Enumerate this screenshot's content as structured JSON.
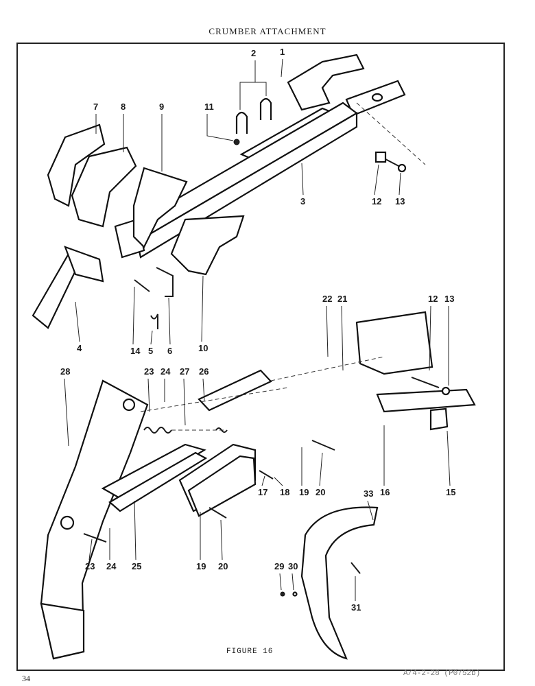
{
  "page_title": "CRUMBER ATTACHMENT",
  "figure_caption": "FIGURE 16",
  "page_number": "34",
  "doc_code": "A/4-2-28 (P0752b)",
  "callouts": [
    "1",
    "2",
    "3",
    "4",
    "5",
    "6",
    "7",
    "8",
    "9",
    "10",
    "11",
    "12",
    "13",
    "14",
    "12",
    "13",
    "22",
    "21",
    "28",
    "23",
    "24",
    "27",
    "26",
    "16",
    "15",
    "17",
    "18",
    "19",
    "20",
    "33",
    "23",
    "24",
    "25",
    "19",
    "20",
    "29",
    "30",
    "31"
  ]
}
